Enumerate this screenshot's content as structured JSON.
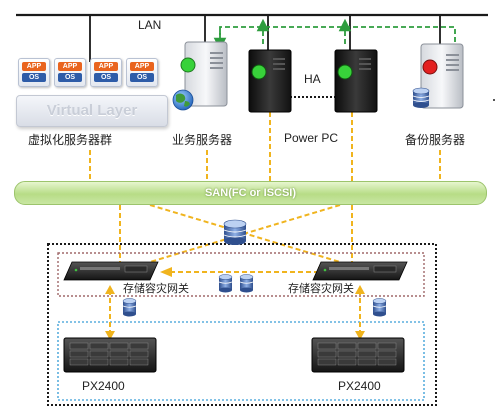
{
  "labels": {
    "lan": "LAN",
    "ha": "HA",
    "virtual_layer": "Virtual Layer",
    "vm_cluster": "虚拟化服务器群",
    "business_server": "业务服务器",
    "power_pc": "Power PC",
    "backup_server": "备份服务器",
    "san": "SAN(FC or ISCSI)",
    "gateway_left": "存储容灾网关",
    "gateway_right": "存储容灾网关",
    "storage_left": "PX2400",
    "storage_right": "PX2400"
  },
  "vm_cards": [
    {
      "app": "APP",
      "os": "OS"
    },
    {
      "app": "APP",
      "os": "OS"
    },
    {
      "app": "APP",
      "os": "OS"
    },
    {
      "app": "APP",
      "os": "OS"
    }
  ],
  "colors": {
    "lan_line": "#1a1a1a",
    "ha_link": "#1a1a1a",
    "replication_flow": "#2e9d3e",
    "data_flow": "#f0b41e",
    "san_bar": "#b7dc86",
    "status_green": "#38d23a",
    "status_red": "#e32020",
    "outer_zone_border": "#1a1a1a",
    "gateway_zone_border": "#a0686a",
    "storage_zone_border": "#5aaede",
    "database": "#4a6fb0"
  },
  "icons": {
    "business_server": "tower-server-icon",
    "power_pc": "black-server-icon",
    "backup_server": "tower-server-icon",
    "globe": "globe-icon",
    "database": "database-icon",
    "gateway": "rack-gateway-icon",
    "storage": "disk-array-icon"
  }
}
